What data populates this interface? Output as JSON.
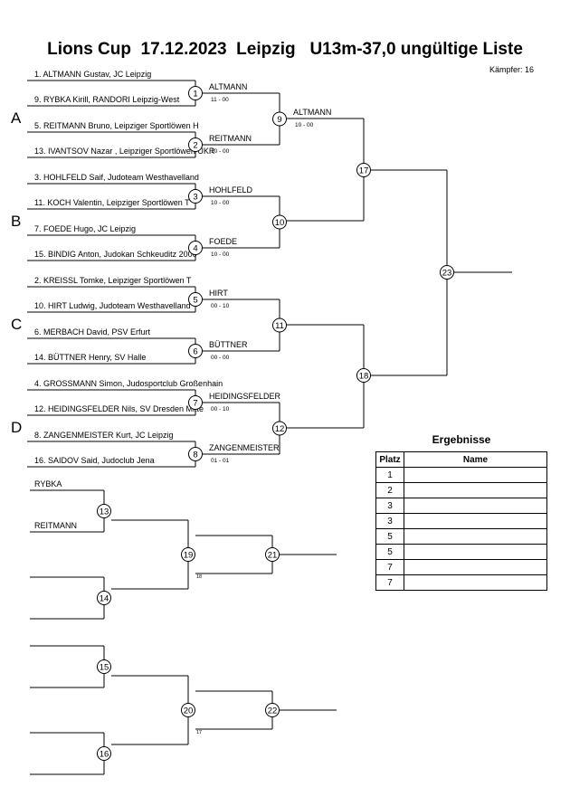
{
  "header": {
    "title": "Lions Cup  17.12.2023  Leipzig   U13m-37,0 ungültige Liste",
    "fighter_count": "Kämpfer: 16"
  },
  "pools": [
    "A",
    "B",
    "C",
    "D"
  ],
  "competitors": [
    "1. ALTMANN Gustav, JC Leipzig",
    "9. RYBKA Kirill, RANDORI Leipzig-West",
    "5. REITMANN Bruno, Leipziger Sportlöwen H",
    "13. IVANTSOV Nazar , Leipziger Sportlöwen UKR",
    "3. HOHLFELD Saif, Judoteam Westhavelland",
    "11. KOCH Valentin, Leipziger Sportlöwen T",
    "7. FOEDE Hugo, JC Leipzig",
    "15. BINDIG Anton, Judokan Schkeuditz 2000",
    "2. KREISSL Tomke, Leipziger Sportlöwen T",
    "10. HIRT Ludwig, Judoteam Westhavelland",
    "6. MERBACH David, PSV Erfurt",
    "14. BÜTTNER  Henry, SV Halle",
    "4. GROSSMANN Simon, Judosportclub Großenhain",
    "12. HEIDINGSFELDER Nils, SV Dresden Mitte",
    "8. ZANGENMEISTER Kurt, JC Leipzig",
    "16. SAIDOV Said, Judoclub Jena"
  ],
  "round1": [
    {
      "num": "1",
      "winner": "ALTMANN",
      "score": "11 - 00"
    },
    {
      "num": "2",
      "winner": "REITMANN",
      "score": "10 - 00"
    },
    {
      "num": "3",
      "winner": "HOHLFELD",
      "score": "10 - 00"
    },
    {
      "num": "4",
      "winner": "FOEDE",
      "score": "10 - 00"
    },
    {
      "num": "5",
      "winner": "HIRT",
      "score": "00 - 10"
    },
    {
      "num": "6",
      "winner": "BÜTTNER",
      "score": "00 - 00"
    },
    {
      "num": "7",
      "winner": "HEIDINGSFELDER",
      "score": "00 - 10"
    },
    {
      "num": "8",
      "winner": "ZANGENMEISTER",
      "score": "01 - 01"
    }
  ],
  "round2": [
    {
      "num": "9",
      "winner": "ALTMANN",
      "score": "10 - 00"
    },
    {
      "num": "10",
      "winner": "",
      "score": ""
    },
    {
      "num": "11",
      "winner": "",
      "score": ""
    },
    {
      "num": "12",
      "winner": "",
      "score": ""
    }
  ],
  "semis": [
    {
      "num": "17"
    },
    {
      "num": "18"
    }
  ],
  "final": {
    "num": "23"
  },
  "repechage": {
    "block1": {
      "entries": [
        "RYBKA",
        "REITMANN",
        "",
        ""
      ],
      "fights": [
        "13",
        "14"
      ],
      "middle": "19",
      "final": "21",
      "note": "18"
    },
    "block2": {
      "entries": [
        "",
        "",
        "",
        ""
      ],
      "fights": [
        "15",
        "16"
      ],
      "middle": "20",
      "final": "22",
      "note": "17"
    }
  },
  "results": {
    "title": "Ergebnisse",
    "col_place": "Platz",
    "col_name": "Name",
    "rows": [
      {
        "place": "1",
        "name": ""
      },
      {
        "place": "2",
        "name": ""
      },
      {
        "place": "3",
        "name": ""
      },
      {
        "place": "3",
        "name": ""
      },
      {
        "place": "5",
        "name": ""
      },
      {
        "place": "5",
        "name": ""
      },
      {
        "place": "7",
        "name": ""
      },
      {
        "place": "7",
        "name": ""
      }
    ]
  }
}
